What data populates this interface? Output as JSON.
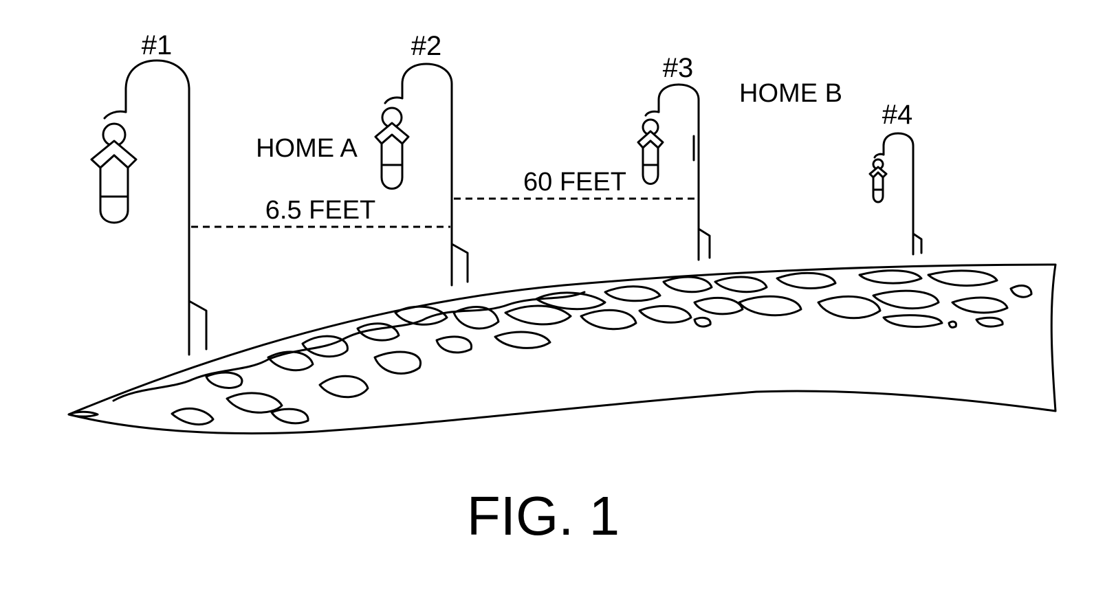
{
  "figure": {
    "caption": "FIG. 1",
    "poles": [
      {
        "label": "#1"
      },
      {
        "label": "#2"
      },
      {
        "label": "#3"
      },
      {
        "label": "#4"
      }
    ],
    "homes": [
      {
        "label": "HOME A"
      },
      {
        "label": "HOME B"
      }
    ],
    "dimensions": [
      {
        "label": "6.5 FEET"
      },
      {
        "label": "60 FEET"
      }
    ]
  }
}
